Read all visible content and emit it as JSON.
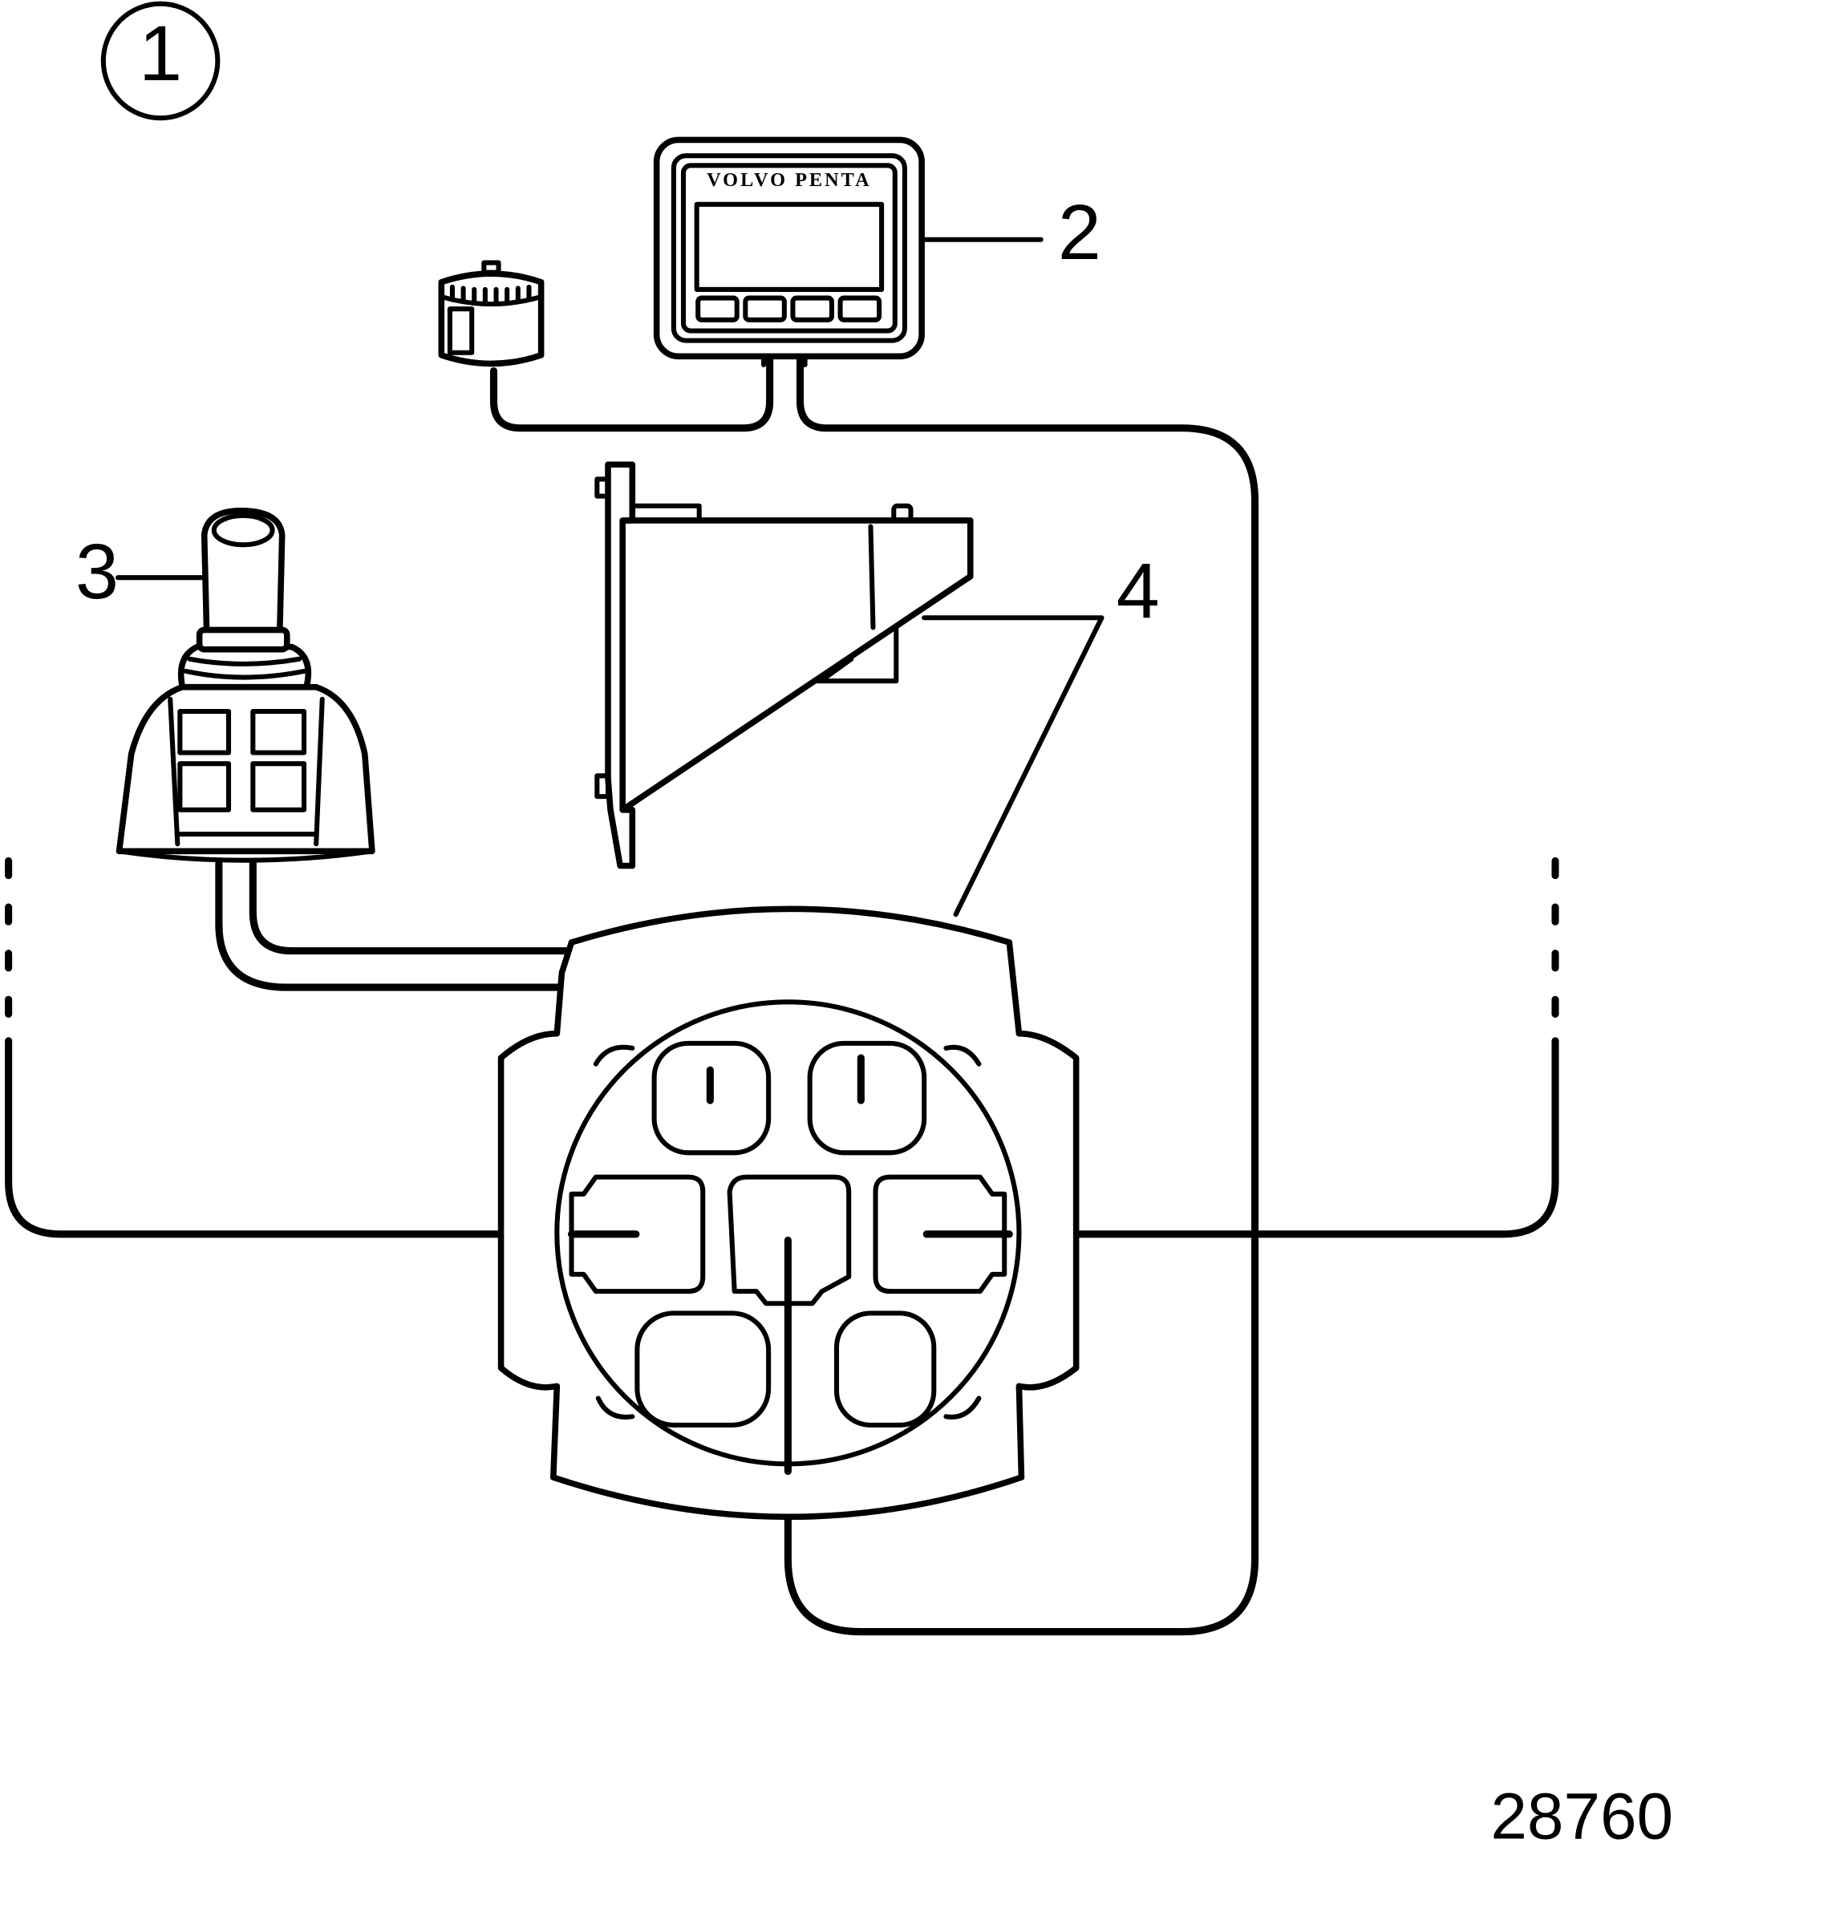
{
  "figure": {
    "badge": "1",
    "number": "28760"
  },
  "callouts": {
    "display": "2",
    "joystick": "3",
    "control_unit": "4"
  },
  "display_unit": {
    "brand_text": "VOLVO PENTA"
  }
}
